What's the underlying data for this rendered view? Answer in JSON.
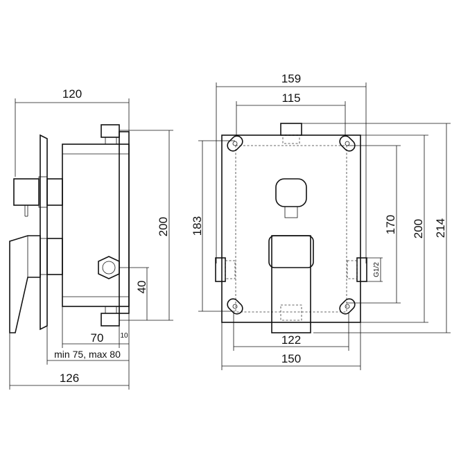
{
  "side_view": {
    "dim_width_top": "120",
    "dim_height": "200",
    "dim_outlet_height": "40",
    "dim_depth_bottom": "70",
    "dim_offset_small": "10",
    "dim_install_depth": "min 75, max 80",
    "dim_total_depth": "126"
  },
  "front_view": {
    "dim_top_outer": "159",
    "dim_top_inner": "115",
    "dim_height_left": "183",
    "dim_height_inner": "170",
    "dim_height_body": "200",
    "dim_height_total": "214",
    "dim_bottom_inner": "122",
    "dim_bottom_outer": "150",
    "thread_label": "G1/2"
  }
}
